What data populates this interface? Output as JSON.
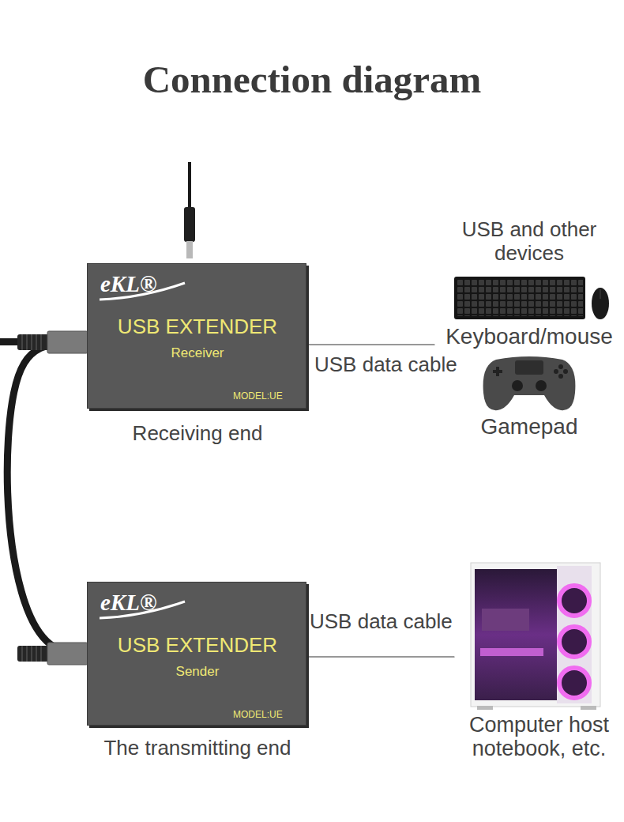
{
  "diagram": {
    "title": "Connection diagram",
    "nodes": [
      {
        "text": [
          "eKL®",
          "USB EXTENDER",
          "Receiver",
          "MODEL:UE",
          "Receiving end"
        ]
      },
      {
        "text": [
          "USB and other devices",
          "Keyboard/mouse",
          "Gamepad"
        ]
      },
      {
        "text": [
          "eKL®",
          "USB EXTENDER",
          "Sender",
          "MODEL:UE",
          "The transmitting end"
        ]
      },
      {
        "text": [
          "Computer host notebook, etc."
        ]
      }
    ],
    "edges": [
      {
        "from": 0,
        "to": 1,
        "label": "USB data cable",
        "arrow": "none"
      },
      {
        "from": 2,
        "to": 3,
        "label": "USB data cable",
        "arrow": "none"
      },
      {
        "from": 0,
        "to": 2,
        "arrow": "none"
      }
    ]
  }
}
